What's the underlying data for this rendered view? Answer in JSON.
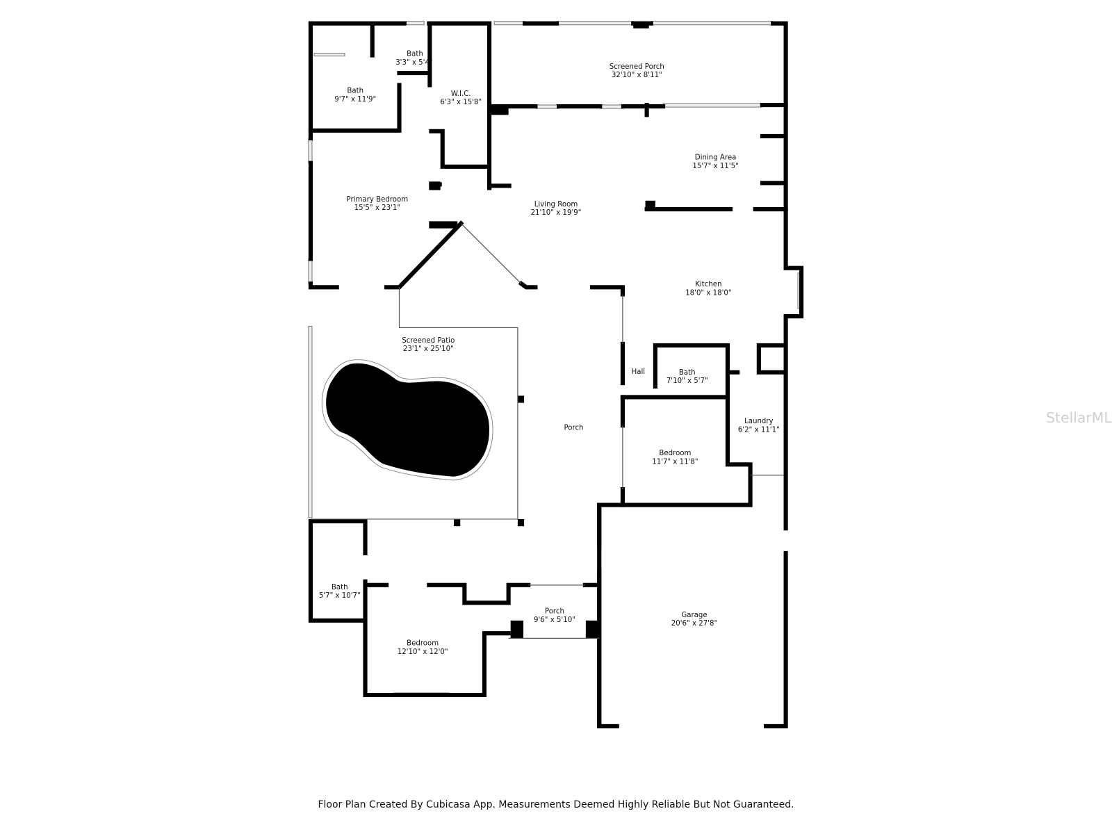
{
  "rooms": [
    {
      "name": "Bath",
      "size": "3'3\" x 5'4\""
    },
    {
      "name": "Bath",
      "size": "9'7\" x 11'9\""
    },
    {
      "name": "W.I.C.",
      "size": "6'3\" x 15'8\""
    },
    {
      "name": "Screened Porch",
      "size": "32'10\" x 8'11\""
    },
    {
      "name": "Dining Area",
      "size": "15'7\" x 11'5\""
    },
    {
      "name": "Primary Bedroom",
      "size": "15'5\" x 23'1\""
    },
    {
      "name": "Living Room",
      "size": "21'10\" x 19'9\""
    },
    {
      "name": "Kitchen",
      "size": "18'0\" x 18'0\""
    },
    {
      "name": "Screened Patio",
      "size": "23'1\" x 25'10\""
    },
    {
      "name": "Hall",
      "size": ""
    },
    {
      "name": "Bath",
      "size": "7'10\" x 5'7\""
    },
    {
      "name": "Porch",
      "size": ""
    },
    {
      "name": "Laundry",
      "size": "6'2\" x 11'1\""
    },
    {
      "name": "Bedroom",
      "size": "11'7\" x 11'8\""
    },
    {
      "name": "Bath",
      "size": "5'7\" x 10'7\""
    },
    {
      "name": "Porch",
      "size": "9'6\" x 5'10\""
    },
    {
      "name": "Garage",
      "size": "20'6\" x 27'8\""
    },
    {
      "name": "Bedroom",
      "size": "12'10\" x 12'0\""
    }
  ],
  "watermark": "StellarMLS",
  "footer": "Floor Plan Created By Cubicasa App. Measurements Deemed Highly Reliable But Not Guaranteed."
}
